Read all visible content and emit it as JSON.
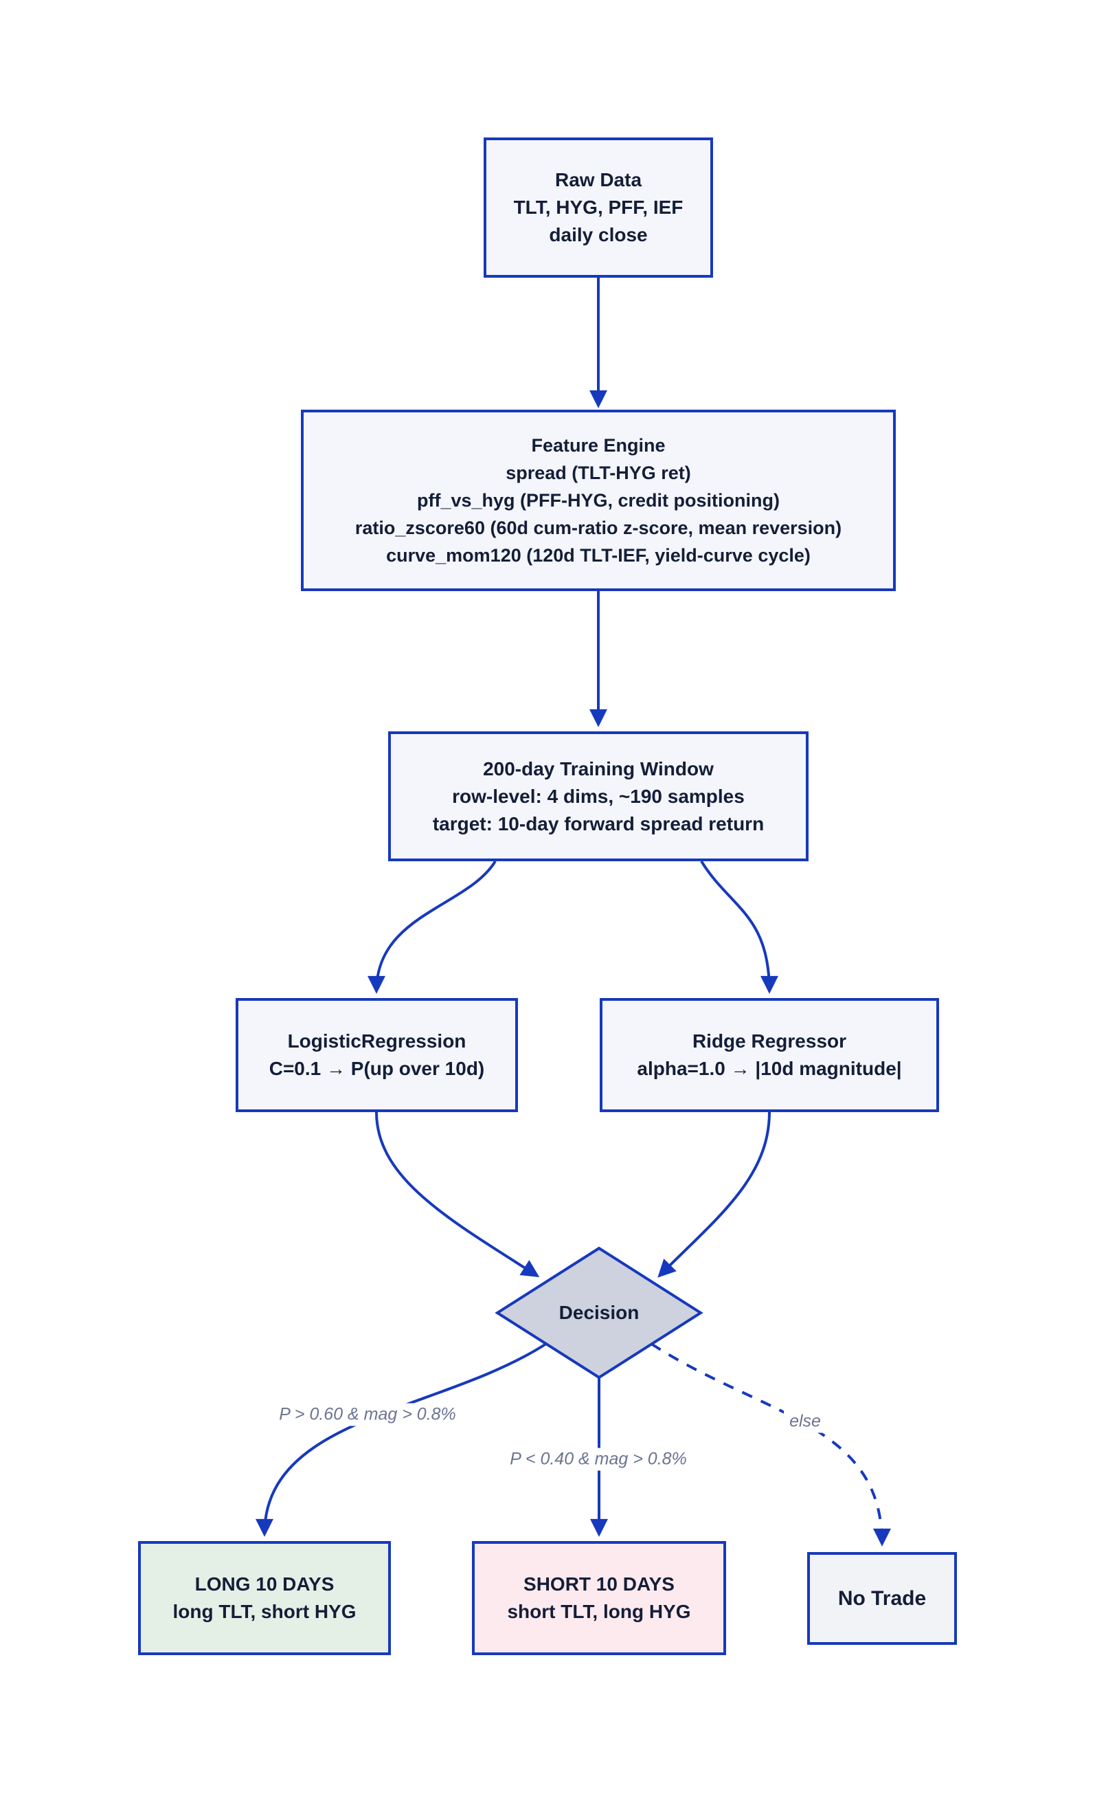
{
  "diagram": {
    "nodes": {
      "raw_data": {
        "lines": [
          "Raw Data",
          "TLT, HYG, PFF, IEF",
          "daily close"
        ]
      },
      "feature_engine": {
        "lines": [
          "Feature Engine",
          "spread (TLT-HYG ret)",
          "pff_vs_hyg (PFF-HYG, credit positioning)",
          "ratio_zscore60 (60d cum-ratio z-score, mean reversion)",
          "curve_mom120 (120d TLT-IEF, yield-curve cycle)"
        ]
      },
      "training_window": {
        "lines": [
          "200-day Training Window",
          "row-level: 4 dims, ~190 samples",
          "target: 10-day forward spread return"
        ]
      },
      "logistic_regression": {
        "lines": [
          "LogisticRegression",
          "C=0.1 → P(up over 10d)"
        ]
      },
      "ridge_regressor": {
        "lines": [
          "Ridge Regressor",
          "alpha=1.0 → |10d magnitude|"
        ]
      },
      "decision": {
        "label": "Decision"
      },
      "long_outcome": {
        "lines": [
          "LONG 10 DAYS",
          "long TLT, short HYG"
        ]
      },
      "short_outcome": {
        "lines": [
          "SHORT 10 DAYS",
          "short TLT, long HYG"
        ]
      },
      "no_trade": {
        "label": "No Trade"
      }
    },
    "edge_labels": {
      "long_condition": "P > 0.60 & mag > 0.8%",
      "short_condition": "P < 0.40 & mag > 0.8%",
      "else_condition": "else"
    },
    "colors": {
      "edge_blue": "#1739bd",
      "node_fill": "#f4f6fb",
      "node_border": "#1739bd",
      "decision_fill": "#ced2de",
      "long_fill": "#e4f0e6",
      "short_fill": "#fdeaee",
      "no_trade_fill": "#f2f3f6",
      "node_text": "#141e38",
      "edge_label_text": "#6b7490"
    }
  }
}
